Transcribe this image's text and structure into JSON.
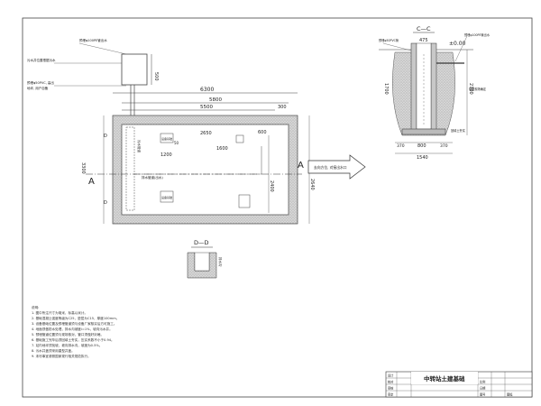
{
  "title_block": {
    "drawing_title": "中转站土建基础",
    "left_rows": [
      "设计",
      "校对",
      "审核",
      "审定"
    ],
    "right_rows": [
      "比例",
      "日期",
      "图号"
    ],
    "right_value": "图幅"
  },
  "plan": {
    "dims_top": [
      "6300",
      "5800",
      "5500",
      "300"
    ],
    "dims_inner": [
      "2650",
      "600",
      "1600"
    ],
    "dims_small": [
      "1200",
      "50"
    ],
    "dims_right": [
      "2400",
      "2640"
    ],
    "dim_left": "3300",
    "dim_pit_height": "500",
    "section_mark_a": "A",
    "section_mark_d": "D",
    "arrow_label": "去向方位, 对接出水口",
    "label_pipe_vertical": "污水管道",
    "label_pipe_horizontal": "排水管道(出水)",
    "label_equipment_1": "设备基础",
    "label_equipment_2": "设备基础",
    "callout_1": "预埋φ100PE管出水",
    "callout_2": "污水井位置根据污水",
    "callout_3": "预埋φ50PVC, 高出",
    "callout_4": "地坪, 用户自备"
  },
  "section_cc": {
    "title": "C—C",
    "level": "±0.00",
    "dims": [
      "475",
      "1700",
      "2700",
      "370",
      "800",
      "370",
      "1540"
    ],
    "callout_1": "预埋φ100PE管出水",
    "callout_2": "预埋φ50PVC管",
    "callout_3": "根据现场确定",
    "callout_4": "回填土夯实"
  },
  "section_dd": {
    "title": "D—D",
    "label": "排水沟"
  },
  "notes": [
    "说明:",
    "1. 图中所注尺寸为毫米，标高以米计。",
    "2. 基础混凝土强度等级为C25，垫层为C15，厚度100mm。",
    "3. 设备基础位置及预埋管道须与设备厂家核实后方可施工。",
    "4. 地面须做防水处理，排水沟坡度i=1%，坡向污水井。",
    "5. 预埋管道位置须与现场核对，管口须做好封堵。",
    "6. 基础施工完毕后须回填土夯实，压实系数不小于0.94。",
    "7. 站内地坪须找坡，坡向排水沟，坡度为0.5%。",
    "8. 污水井盖须采用重型井盖。",
    "9. 未尽事宜参照国家现行相关规范执行。"
  ]
}
